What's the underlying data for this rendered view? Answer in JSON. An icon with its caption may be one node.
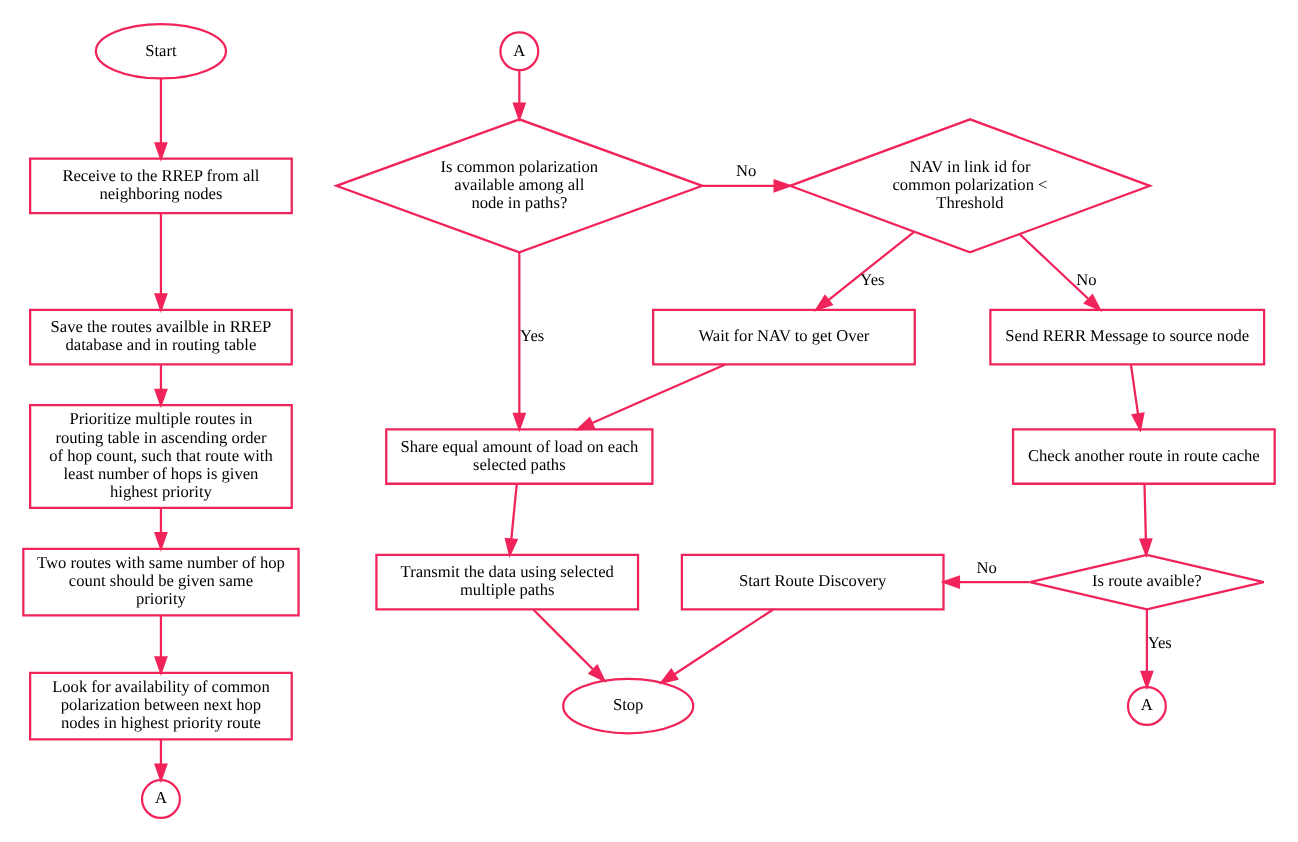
{
  "diagram": {
    "nodes": [
      {
        "text": [
          "Start"
        ]
      },
      {
        "text": [
          "Receive to the RREP from all neighboring nodes"
        ]
      },
      {
        "text": [
          "Save the routes availble in RREP database and in routing table"
        ]
      },
      {
        "text": [
          "Prioritize multiple routes in routing table in ascending order of hop count, such that route with least number of hops is given highest priority"
        ]
      },
      {
        "text": [
          "Two routes with same number of hop count should be given same priority"
        ]
      },
      {
        "text": [
          "Look for availability of common polarization between next hop nodes in highest priority route"
        ]
      },
      {
        "text": [
          "A"
        ]
      },
      {
        "text": [
          "A"
        ]
      },
      {
        "text": [
          "Is common polarization available among all node in paths?"
        ]
      },
      {
        "text": [
          "NAV in link id for common polarization < Threshold"
        ]
      },
      {
        "text": [
          "Send RERR Message to source node"
        ]
      },
      {
        "text": [
          "Wait for NAV to get Over"
        ]
      },
      {
        "text": [
          "Share equal amount of load on each selected paths"
        ]
      },
      {
        "text": [
          "Check another route in route cache"
        ]
      },
      {
        "text": [
          "Transmit the data using selected multiple paths"
        ]
      },
      {
        "text": [
          "Start Route Discovery"
        ]
      },
      {
        "text": [
          "Is route avaible?"
        ]
      },
      {
        "text": [
          "Stop"
        ]
      },
      {
        "text": [
          "A"
        ]
      }
    ],
    "edges": [
      {
        "from": 0,
        "to": 1,
        "arrow": "to"
      },
      {
        "from": 1,
        "to": 2,
        "arrow": "to"
      },
      {
        "from": 2,
        "to": 3,
        "arrow": "to"
      },
      {
        "from": 3,
        "to": 4,
        "arrow": "to"
      },
      {
        "from": 4,
        "to": 5,
        "arrow": "to"
      },
      {
        "from": 5,
        "to": 6,
        "arrow": "to"
      },
      {
        "from": 7,
        "to": 8,
        "arrow": "to"
      },
      {
        "from": 8,
        "to": 9,
        "arrow": "to",
        "label": "No"
      },
      {
        "from": 8,
        "to": 12,
        "arrow": "to",
        "label": "Yes"
      },
      {
        "from": 9,
        "to": 10,
        "arrow": "to",
        "label": "No"
      },
      {
        "from": 9,
        "to": 11,
        "arrow": "to",
        "label": "Yes"
      },
      {
        "from": 11,
        "to": 12,
        "arrow": "to"
      },
      {
        "from": 12,
        "to": 14,
        "arrow": "to"
      },
      {
        "from": 14,
        "to": 17,
        "arrow": "to"
      },
      {
        "from": 10,
        "to": 13,
        "arrow": "to"
      },
      {
        "from": 13,
        "to": 16,
        "arrow": "to"
      },
      {
        "from": 16,
        "to": 15,
        "arrow": "to",
        "label": "No"
      },
      {
        "from": 16,
        "to": 18,
        "arrow": "to",
        "label": "Yes"
      },
      {
        "from": 15,
        "to": 17,
        "arrow": "to"
      }
    ]
  }
}
